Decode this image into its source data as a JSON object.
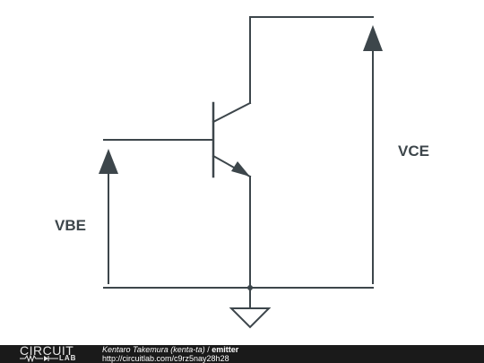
{
  "diagram": {
    "labels": {
      "vbe": "VBE",
      "vce": "VCE"
    }
  },
  "footer": {
    "logo_top": "CIRCUIT",
    "logo_bottom": "LAB",
    "author": "Kentaro Takemura (kenta-ta)",
    "separator": " / ",
    "title": "emitter",
    "url": "http://circuitlab.com/c9rz5nay28h28"
  },
  "colors": {
    "wire": "#3d464b",
    "footer_bg": "#1a1a1a"
  }
}
